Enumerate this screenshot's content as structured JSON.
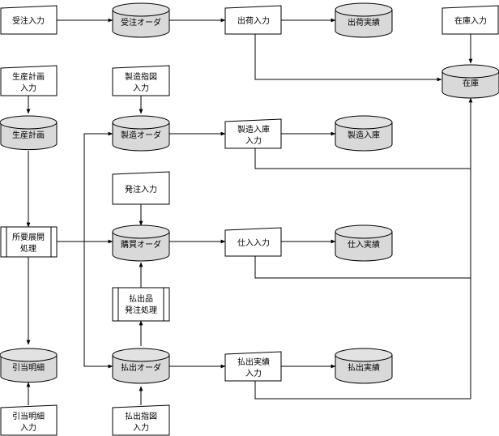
{
  "nodes": {
    "juchu_input": "受注入力",
    "juchu_order": "受注オーダ",
    "shukka_input": "出荷入力",
    "shukka_jisseki": "出荷実績",
    "zaiko_input": "在庫入力",
    "zaiko": "在庫",
    "seisan_keikaku_input": [
      "生産計画",
      "入力"
    ],
    "seisan_keikaku": "生産計画",
    "seizo_shizu_input": [
      "製造指図",
      "入力"
    ],
    "seizo_order": "製造オーダ",
    "seizo_nyuko_input": [
      "製造入庫",
      "入力"
    ],
    "seizo_nyuko": "製造入庫",
    "hacchu_input": "発注入力",
    "shoyo_tenkai": [
      "所要展開",
      "処理"
    ],
    "konyu_order": "購買オーダ",
    "shiire_input": "仕入入力",
    "shiire_jisseki": "仕入実績",
    "haraidashi_hacchu": [
      "払出品",
      "発注処理"
    ],
    "hikiate_meisai": "引当明細",
    "haraidashi_order": "払出オーダ",
    "haraidashi_jisseki_input": [
      "払出実績",
      "入力"
    ],
    "haraidashi_jisseki": "払出実績",
    "hikiate_meisai_input": [
      "引当明細",
      "入力"
    ],
    "haraidashi_shizu_input": [
      "払出指図",
      "入力"
    ]
  }
}
